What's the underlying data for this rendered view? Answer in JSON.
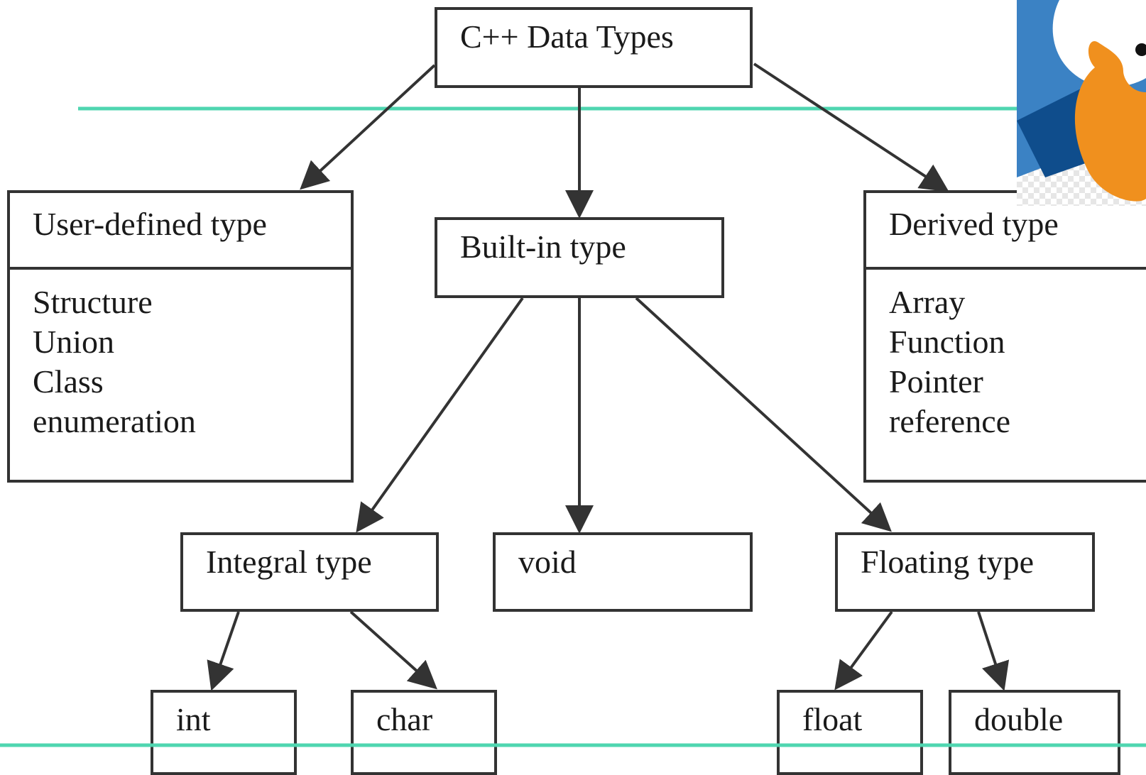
{
  "diagram": {
    "root": "C++ Data Types",
    "user_defined": {
      "title": "User-defined type",
      "items": [
        "Structure",
        "Union",
        "Class",
        "enumeration"
      ]
    },
    "built_in": {
      "title": "Built-in type"
    },
    "derived": {
      "title": "Derived type",
      "items": [
        "Array",
        "Function",
        "Pointer",
        "reference"
      ]
    },
    "integral": "Integral type",
    "void": "void",
    "floating": "Floating type",
    "int": "int",
    "char": "char",
    "float": "float",
    "double": "double"
  },
  "colors": {
    "rule_line": "#4fd6b0",
    "box_border": "#333333",
    "logo_blue": "#3b82c4",
    "logo_orange": "#f0901e"
  },
  "icons": {
    "logo": "orange-hand-logo-icon"
  }
}
